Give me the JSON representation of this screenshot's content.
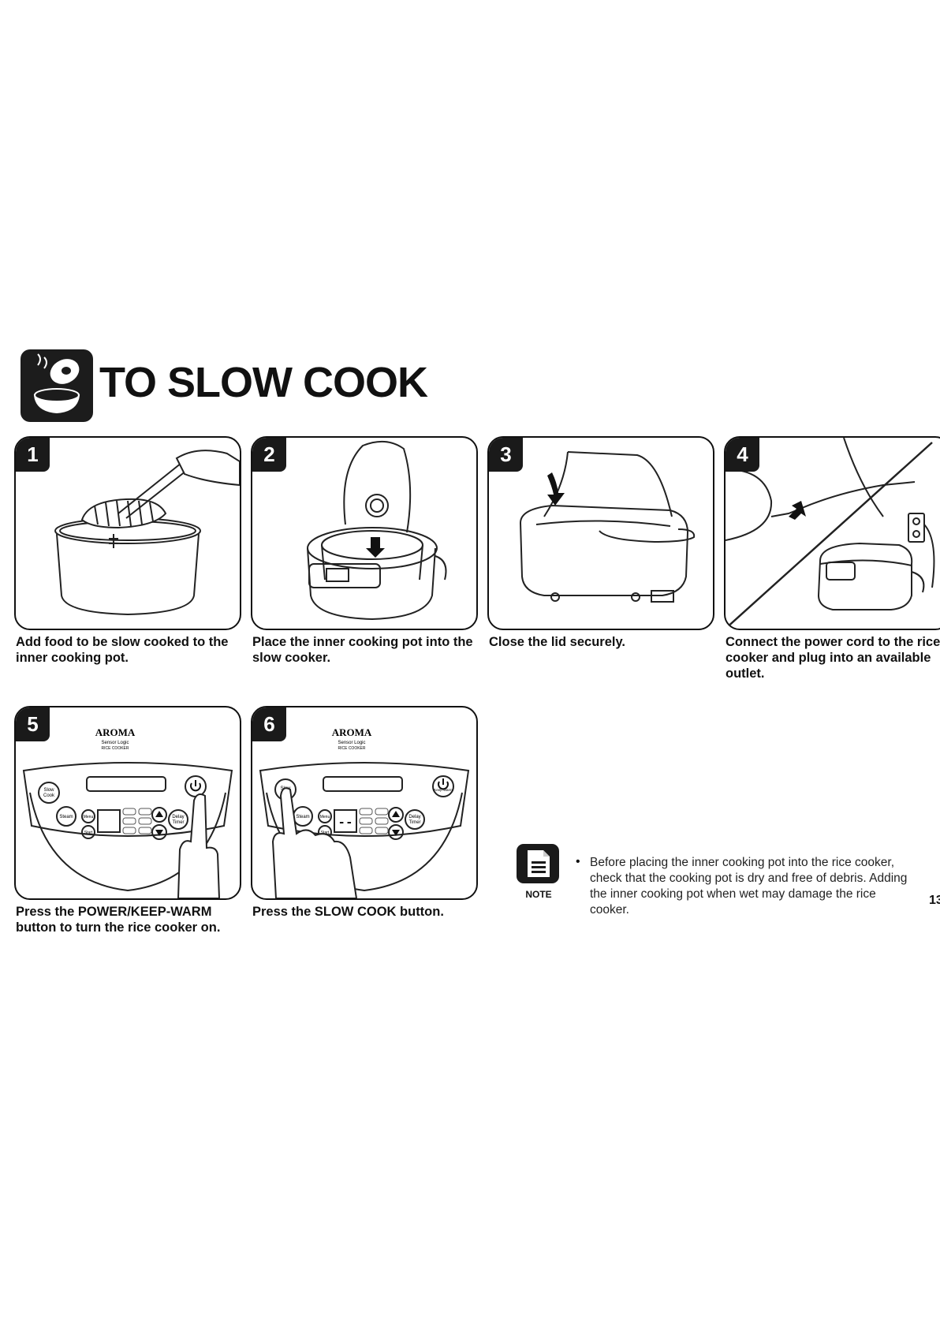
{
  "header": {
    "title": "TO SLOW COOK",
    "icon": "rice-cooker-icon"
  },
  "steps": [
    {
      "number": "1",
      "caption": "Add food to be slow cooked to the inner cooking pot."
    },
    {
      "number": "2",
      "caption": "Place the inner cooking pot into the slow cooker."
    },
    {
      "number": "3",
      "caption": "Close the lid securely."
    },
    {
      "number": "4",
      "caption": "Connect the power cord to the rice cooker and plug into an available outlet."
    },
    {
      "number": "5",
      "caption": "Press the POWER/KEEP-WARM button to turn the rice cooker on."
    },
    {
      "number": "6",
      "caption": "Press the SLOW COOK button."
    }
  ],
  "control_panel": {
    "brand": "AROMA",
    "sub_1": "Sensor Logic",
    "sub_2": "RICE COOKER",
    "btn_slow_cook_1": "Slow",
    "btn_slow_cook_2": "Cook",
    "btn_steam": "Steam",
    "btn_menu": "Menu",
    "btn_start": "Start",
    "btn_delay_1": "Delay",
    "btn_delay_2": "Timer",
    "btn_keep_warm": "Keep Warm",
    "display_dashes": "--"
  },
  "note": {
    "label": "NOTE",
    "bullet": "•",
    "text": "Before placing the inner cooking pot into the rice cooker, check that the cooking pot is dry and free of debris. Adding the inner cooking pot when wet may damage the rice cooker."
  },
  "page_number": "13"
}
